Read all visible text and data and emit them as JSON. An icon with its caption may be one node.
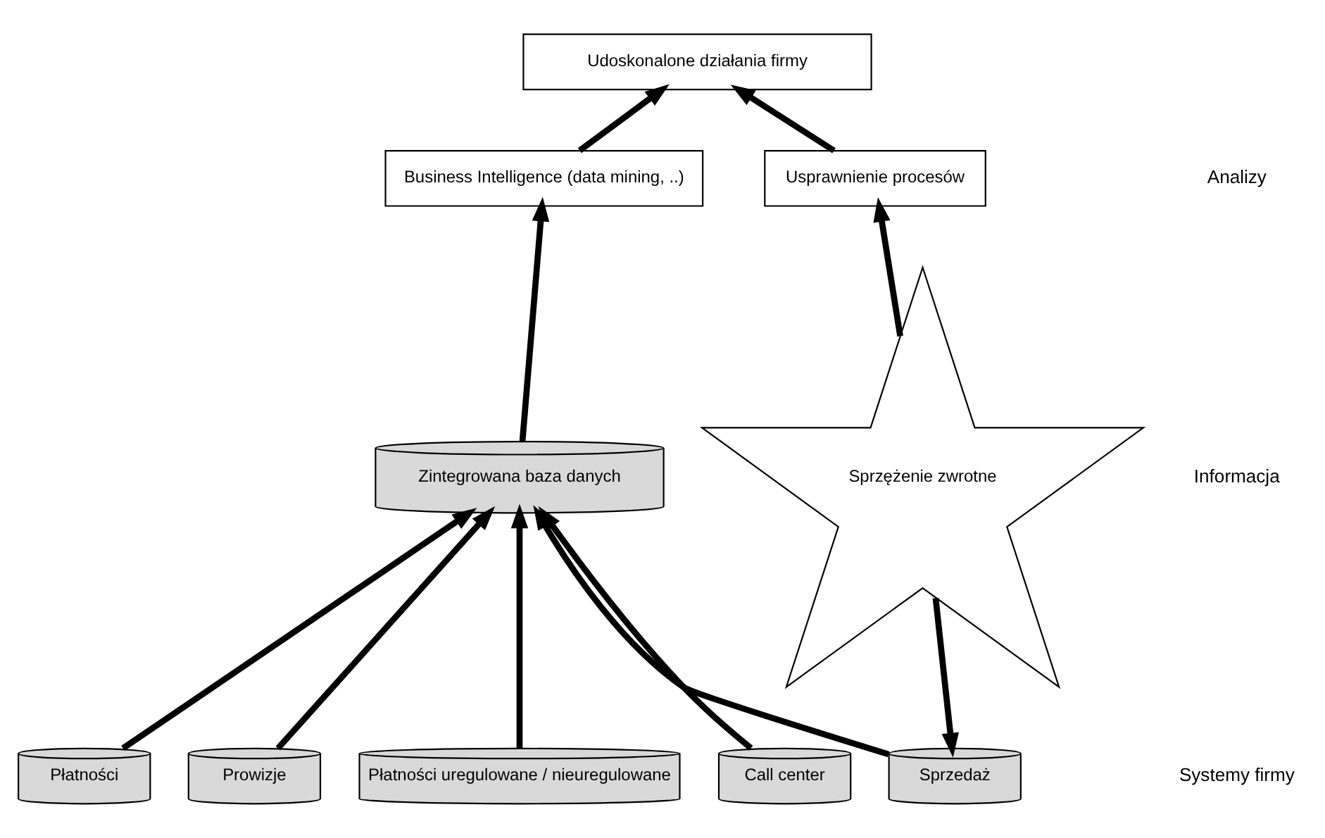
{
  "diagram": {
    "nodes": [
      {
        "text": [
          "Udoskonalone działania firmy"
        ]
      },
      {
        "text": [
          "Business Intelligence (data mining, ..)"
        ]
      },
      {
        "text": [
          "Usprawnienie procesów"
        ]
      },
      {
        "text": [
          "Zintegrowana baza danych"
        ]
      },
      {
        "text": [
          "Sprzężenie zwrotne"
        ]
      },
      {
        "text": [
          "Płatności"
        ]
      },
      {
        "text": [
          "Prowizje"
        ]
      },
      {
        "text": [
          "Płatności uregulowane / nieuregulowane"
        ]
      },
      {
        "text": [
          "Call center"
        ]
      },
      {
        "text": [
          "Sprzedaż"
        ]
      }
    ],
    "edges": [
      {
        "from": 1,
        "to": 0,
        "arrow": "to"
      },
      {
        "from": 2,
        "to": 0,
        "arrow": "to"
      },
      {
        "from": 3,
        "to": 1,
        "arrow": "to"
      },
      {
        "from": 4,
        "to": 2,
        "arrow": "to"
      },
      {
        "from": 5,
        "to": 3,
        "arrow": "to"
      },
      {
        "from": 6,
        "to": 3,
        "arrow": "to"
      },
      {
        "from": 7,
        "to": 3,
        "arrow": "to"
      },
      {
        "from": 8,
        "to": 3,
        "arrow": "to"
      },
      {
        "from": 9,
        "to": 3,
        "arrow": "to"
      },
      {
        "from": 4,
        "to": 9,
        "arrow": "to"
      }
    ],
    "labels": [
      "Analizy",
      "Informacja",
      "Systemy firmy"
    ]
  }
}
